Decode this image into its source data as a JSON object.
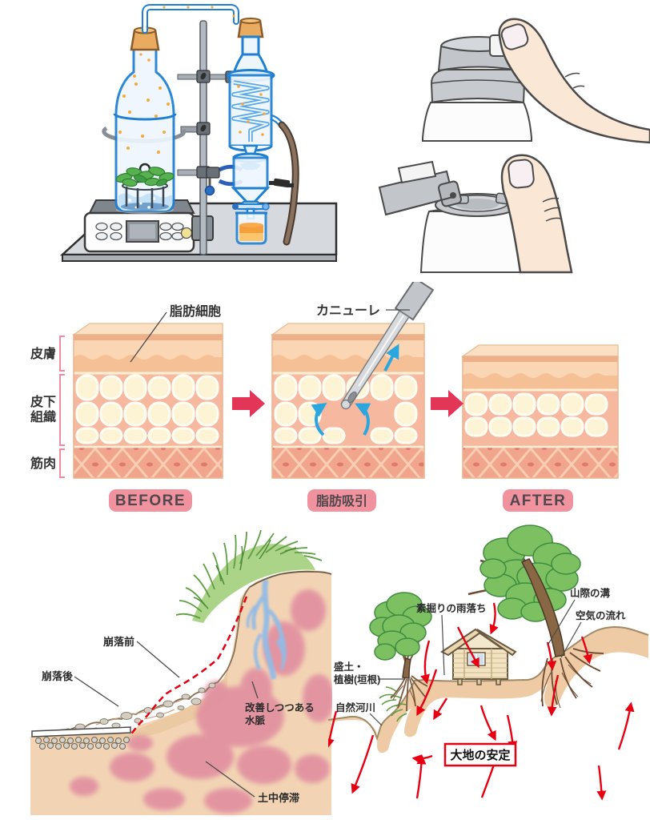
{
  "lipo": {
    "fat_cell": "脂肪細胞",
    "cannula": "カニューレ",
    "skin": "皮膚",
    "subq1": "皮下",
    "subq2": "組織",
    "muscle": "筋肉",
    "badge_before": "BEFORE",
    "badge_procedure": "脂肪吸引",
    "badge_after": "AFTER"
  },
  "landslide": {
    "pre_collapse": "崩落前",
    "post_collapse": "崩落後",
    "water_vein_line1": "改善しつつある",
    "water_vein_line2": "水脈",
    "soil_stagnation": "土中停滞"
  },
  "stability": {
    "rain_drip": "素掘りの雨落ち",
    "hillside_ditch": "山際の溝",
    "air_flow": "空気の流れ",
    "mound_line1": "盛土・",
    "mound_line2": "植樹(垣根)",
    "natural_river": "自然河川",
    "stable_ground": "大地の安定"
  },
  "colors": {
    "badge_pink": "#f0939f",
    "block_arrow_red": "#e23558",
    "line_red": "#e60012",
    "blue_arrow": "#2ba7df",
    "water_vein_blue": "#93bbe6",
    "glass_outline_blue": "#1f7fd1",
    "leaf_green": "#7cc061",
    "soil_tan": "#f2d4b4",
    "stagnation_pink": "#e18fa0",
    "fat_cell_cream": "#fdf4d6"
  }
}
